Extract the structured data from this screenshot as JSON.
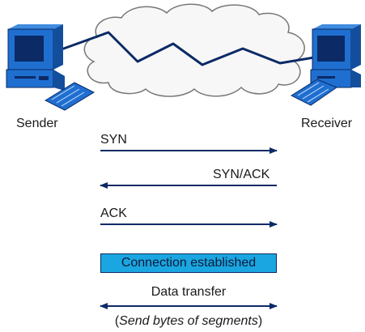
{
  "nodes": {
    "sender": "Sender",
    "receiver": "Receiver"
  },
  "messages": {
    "syn": "SYN",
    "syn_ack": "SYN/ACK",
    "ack": "ACK"
  },
  "status": {
    "connection": "Connection established"
  },
  "transfer": {
    "label": "Data transfer",
    "note_open": "(",
    "note_text": "Send bytes of segments",
    "note_close": ")"
  },
  "colors": {
    "arrow": "#0b2a66",
    "link": "#0b2a66",
    "banner_fill": "#1aa6e0",
    "cloud_stroke": "#777777",
    "computer_blue": "#1f6fd0"
  }
}
